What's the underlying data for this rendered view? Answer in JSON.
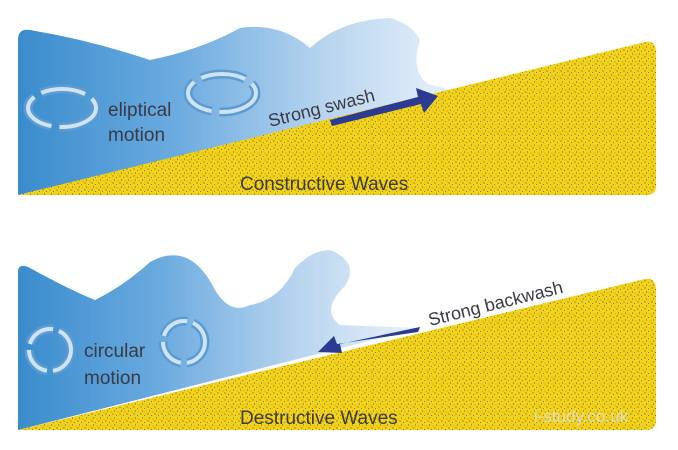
{
  "panels": [
    {
      "motion_label_line1": "eliptical",
      "motion_label_line2": "motion",
      "arrow_label": "Strong swash",
      "title": "Constructive  Waves"
    },
    {
      "motion_label_line1": "circular",
      "motion_label_line2": "motion",
      "arrow_label": "Strong backwash",
      "title": "Destructive  Waves"
    }
  ],
  "watermark": "i-study.co.uk",
  "colors": {
    "water_deep": "#3a8ccd",
    "water_light": "#e6f0fa",
    "sand": "#f2d21a",
    "arrow": "#2b3a93"
  }
}
